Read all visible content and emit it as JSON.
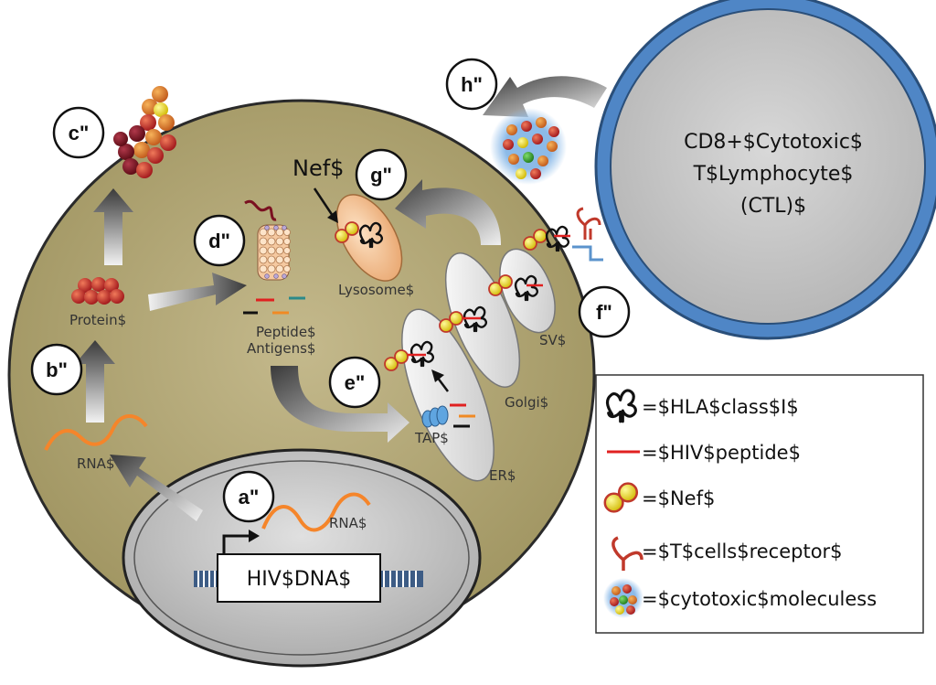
{
  "steps": {
    "a": "a\"",
    "b": "b\"",
    "c": "c\"",
    "d": "d\"",
    "e": "e\"",
    "f": "f\"",
    "g": "g\"",
    "h": "h\""
  },
  "labels": {
    "protein": "Protein$",
    "rna_cyto": "RNA$",
    "rna_nucleus": "RNA$",
    "hiv_dna": "HIV$DNA$",
    "peptides": "Peptide$",
    "antigens": "Antigens$",
    "lysosome": "Lysosome$",
    "nef": "Nef$",
    "tap": "TAP$",
    "er": "ER$",
    "golgi": "Golgi$",
    "sv": "SV$"
  },
  "ctl": {
    "line1": "CD8+$Cytotoxic$",
    "line2": "T$Lymphocyte$",
    "line3": "(CTL)$"
  },
  "legend": {
    "hla": "=$HLA$class$I$",
    "peptide": "=$HIV$peptide$",
    "nef": "=$Nef$",
    "tcr": "=$T$cells$receptor$",
    "cyto": "=$cytotoxic$moleculess"
  },
  "colors": {
    "cell_fill": "#b3a77c",
    "nucleus_fill": "#c8c8c8",
    "ctl_ring": "#5b93cc",
    "peptide_red": "#e02020",
    "nef_yellow": "#e6d21a",
    "tcr_red": "#c0392b"
  }
}
